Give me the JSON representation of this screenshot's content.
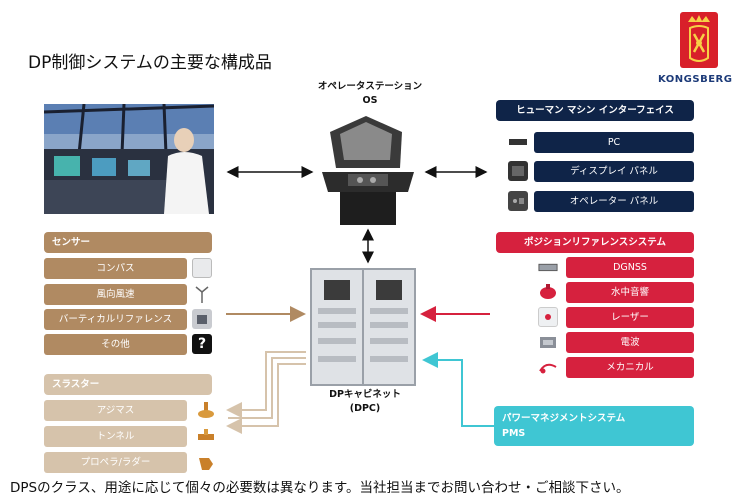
{
  "title": "DP制御システムの主要な構成品",
  "brand": {
    "logo_name": "KONGSBERG",
    "colors": {
      "red": "#d8202a",
      "navy": "#1d3b79"
    }
  },
  "operator_station": {
    "label_line1": "オペレータステーション",
    "label_line2": "OS"
  },
  "dp_cabinet": {
    "label_line1": "DPキャビネット",
    "label_line2": "(DPC)"
  },
  "sensors": {
    "header": "センサー",
    "items": [
      {
        "label": "コンパス",
        "icon": "compass-unit-icon"
      },
      {
        "label": "風向風速",
        "icon": "anemometer-icon"
      },
      {
        "label": "バーティカルリファレンス",
        "icon": "vertical-reference-unit-icon"
      },
      {
        "label": "その他",
        "icon": "question-mark-icon",
        "glyph": "?"
      }
    ]
  },
  "thrusters": {
    "header": "スラスター",
    "items": [
      {
        "label": "アジマス",
        "icon": "azimuth-thruster-icon"
      },
      {
        "label": "トンネル",
        "icon": "tunnel-thruster-icon"
      },
      {
        "label": "プロペラ/ラダー",
        "icon": "propeller-rudder-icon"
      }
    ]
  },
  "hmi": {
    "header": "ヒューマン マシン インターフェイス",
    "items": [
      {
        "label": "PC",
        "icon": "keyboard-icon"
      },
      {
        "label": "ディスプレイ パネル",
        "icon": "display-panel-icon"
      },
      {
        "label": "オペレーター パネル",
        "icon": "operator-panel-icon"
      }
    ]
  },
  "position_reference": {
    "header": "ポジションリファレンスシステム",
    "items": [
      {
        "label": "DGNSS",
        "icon": "dgnss-receiver-icon"
      },
      {
        "label": "水中音響",
        "icon": "hydroacoustic-transducer-icon"
      },
      {
        "label": "レーザー",
        "icon": "laser-sensor-icon"
      },
      {
        "label": "電波",
        "icon": "radio-sensor-icon"
      },
      {
        "label": "メカニカル",
        "icon": "taut-wire-icon"
      }
    ]
  },
  "pms": {
    "line1": "パワーマネジメントシステム",
    "line2": "PMS"
  },
  "footer": "DPSのクラス、用途に応じて個々の必要数は異なります。当社担当までお問い合わせ・ご相談下さい。"
}
